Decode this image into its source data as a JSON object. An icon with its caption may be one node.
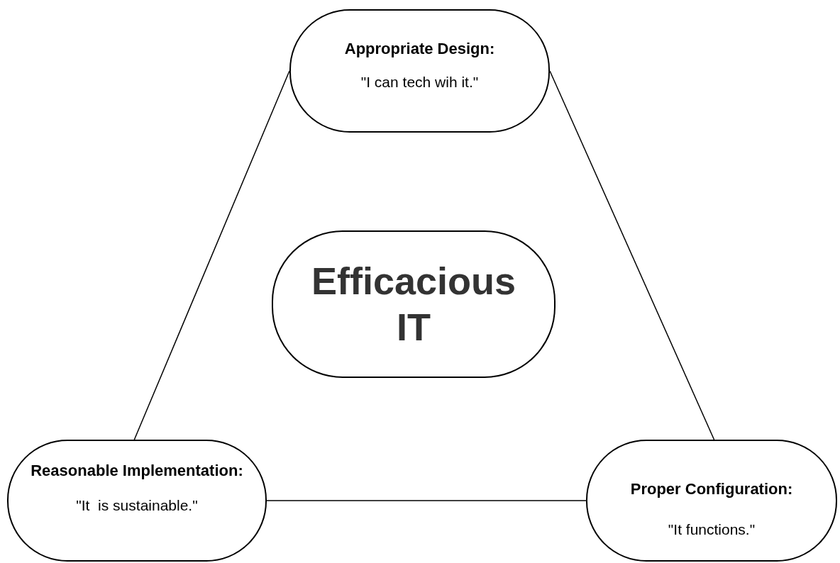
{
  "diagram": {
    "nodes": [
      {
        "text": [
          "Appropriate Design:",
          "\"I can tech wih it.\""
        ]
      },
      {
        "text": [
          "Efficacious IT"
        ]
      },
      {
        "text": [
          "Reasonable Implementation:",
          "\"It  is sustainable.\""
        ]
      },
      {
        "text": [
          "Proper Configuration:",
          "\"It functions.\""
        ]
      }
    ],
    "edges": [
      {
        "from": 0,
        "to": 2,
        "arrow": "none"
      },
      {
        "from": 0,
        "to": 3,
        "arrow": "none"
      },
      {
        "from": 2,
        "to": 3,
        "arrow": "none"
      }
    ]
  }
}
